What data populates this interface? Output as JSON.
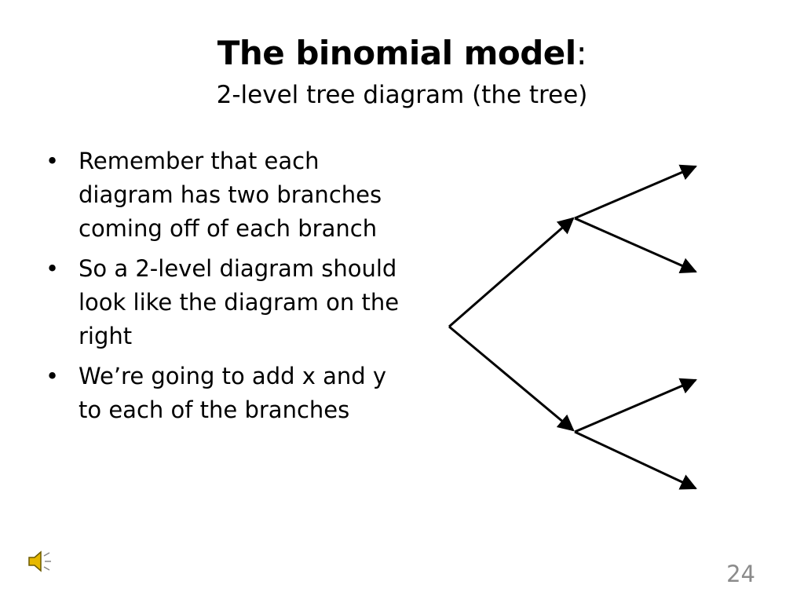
{
  "slide": {
    "title_bold": "The binomial model",
    "title_colon": ":",
    "subtitle": "2-level tree diagram (the tree)",
    "bullets": [
      {
        "text": "Remember that each diagram has two branches coming off of each branch"
      },
      {
        "text": "So a 2-level diagram should look like the diagram on the right"
      },
      {
        "text": "We’re going to add x and y to each of the branches"
      }
    ],
    "bullet_glyph": "•",
    "page_number": "24"
  },
  "icons": {
    "speaker": "speaker-sound-icon"
  },
  "colors": {
    "text": "#000000",
    "page_number": "#8b8b8b",
    "speaker_fill": "#e6b800"
  }
}
